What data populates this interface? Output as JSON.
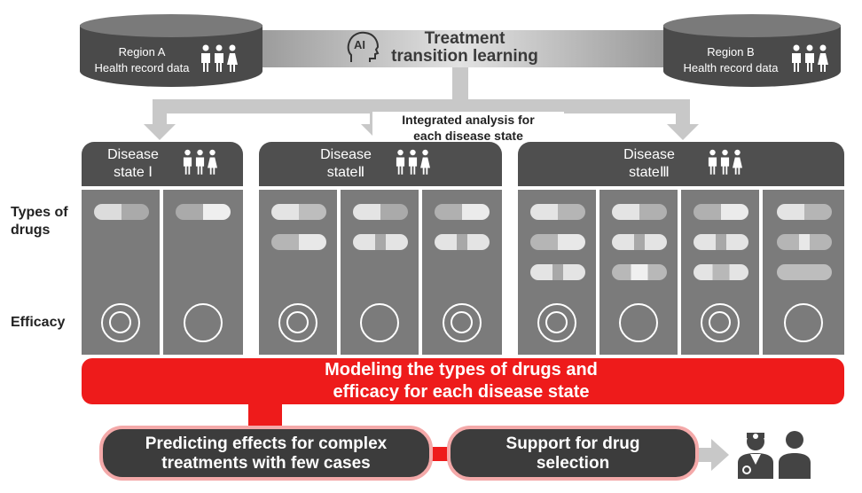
{
  "top": {
    "region_a": {
      "line1": "Region A",
      "line2": "Health record data"
    },
    "region_b": {
      "line1": "Region B",
      "line2": "Health record data"
    },
    "ai_icon_text": "AI",
    "title_line1": "Treatment",
    "title_line2": "transition learning",
    "integrated_line1": "Integrated analysis for",
    "integrated_line2": "each disease state"
  },
  "side_labels": {
    "types": [
      "Types of",
      "drugs"
    ],
    "efficacy": "Efficacy"
  },
  "states": [
    {
      "line1": "Disease",
      "line2": "state Ⅰ"
    },
    {
      "line1": "Disease",
      "line2": "stateⅡ"
    },
    {
      "line1": "Disease",
      "line2": "stateⅢ"
    }
  ],
  "modeling": {
    "line1": "Modeling the types of drugs and",
    "line2": "efficacy for each disease state"
  },
  "predict": {
    "line1": "Predicting effects for complex",
    "line2": "treatments with few cases"
  },
  "support": {
    "line1": "Support for drug",
    "line2": "selection"
  },
  "colors": {
    "red": "#ee1b1b",
    "dark": "#4f4f4f",
    "column": "#7b7b7b",
    "arrow": "#c8c8c8"
  },
  "icons": [
    "people-icon",
    "ai-head-icon",
    "capsule-icon",
    "efficacy-ring-icon",
    "doctor-icon",
    "patient-icon"
  ]
}
